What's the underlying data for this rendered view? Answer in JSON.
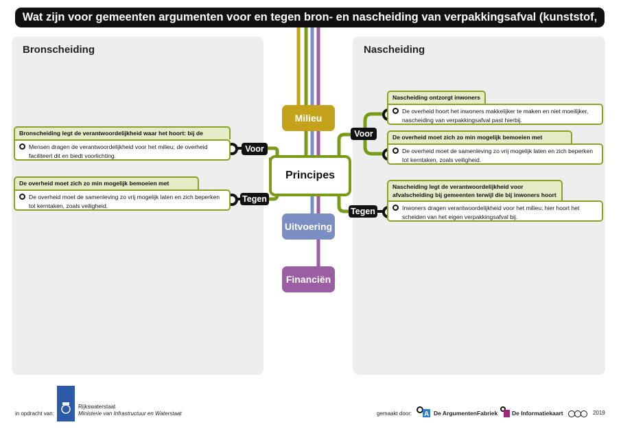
{
  "title": "Wat zijn voor gemeenten argumenten voor en tegen bron- en nascheiding van verpakkingsafval (kunststof, blik en pakken)?",
  "panels": {
    "left": "Bronscheiding",
    "right": "Nascheiding"
  },
  "center": {
    "label": "Principes"
  },
  "branches": {
    "milieu": "Milieu",
    "uitvoering": "Uitvoering",
    "financien": "Financiën"
  },
  "tags": {
    "voor": "Voor",
    "tegen": "Tegen"
  },
  "colors": {
    "milieu": "#c4a21c",
    "uitvoering": "#7b8ec4",
    "financien": "#9b5ea2",
    "principes": "#7a9a1a",
    "card_border": "#8aa224",
    "card_header": "#e4ebc6"
  },
  "left_cards": [
    {
      "header": "Bronscheiding legt de verantwoordelijkheid waar het hoort: bij de inwoners",
      "body": "Mensen dragen de verantwoordelijkheid voor het milieu; de overheid faciliteert dit en biedt voorlichting."
    },
    {
      "header": "De overheid moet zich zo min mogelijk bemoeien met inwoners",
      "body": "De overheid moet de samenleving zo vrij mogelijk laten en zich beperken tot kerntaken, zoals veiligheid."
    }
  ],
  "right_cards": [
    {
      "header": "Nascheiding ontzorgt inwoners",
      "body": "De overheid hoort het inwoners makkelijker te maken en niet moeilijker, nascheiding van verpakkingsafval past hierbij."
    },
    {
      "header": "De overheid moet zich zo min mogelijk bemoeien met inwoners",
      "body": "De overheid moet de samenleving zo vrij mogelijk laten en zich beperken tot kerntaken, zoals veiligheid."
    },
    {
      "header": "Nascheiding legt de verantwoordelijkheid voor afvalscheiding bij gemeenten terwijl die bij inwoners hoort",
      "body": "Inwoners dragen verantwoordelijkheid voor het milieu; hier hoort het scheiden van het eigen verpakkingsafval bij."
    }
  ],
  "footer": {
    "commissioned_label": "in opdracht van:",
    "org_name": "Rijkswaterstaat",
    "org_sub": "Ministerie van Infrastructuur en Waterstaat",
    "made_by_label": "gemaakt door:",
    "maker1": "De ArgumentenFabriek",
    "maker2": "De Informatiekaart",
    "license_icon": "creative-commons-icon",
    "year": "2019"
  }
}
